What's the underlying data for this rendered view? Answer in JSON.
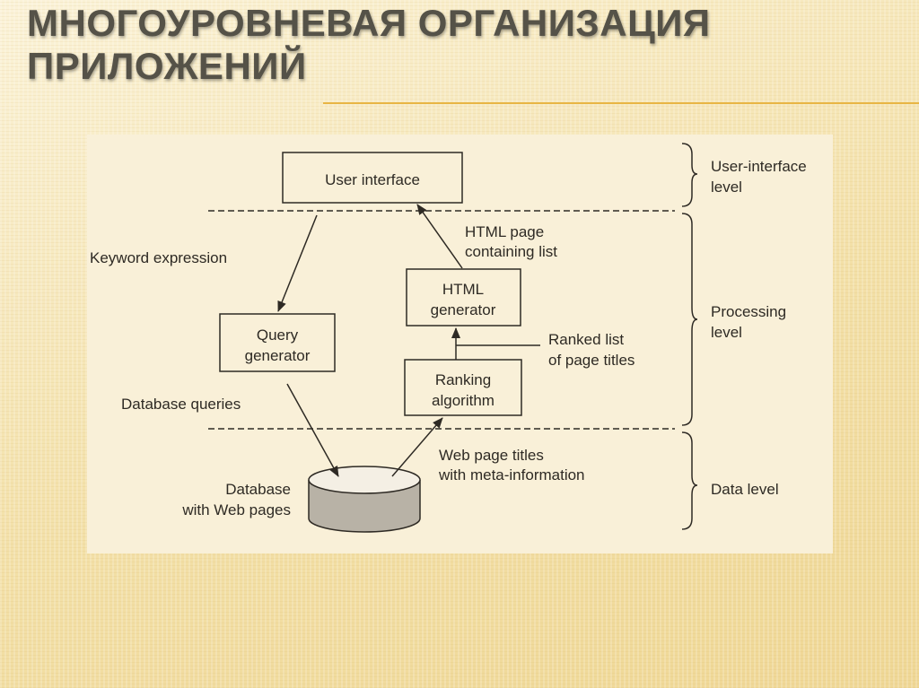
{
  "title": {
    "line1": "МНОГОУРОВНЕВАЯ ОРГАНИЗАЦИЯ",
    "line2": "ПРИЛОЖЕНИЙ"
  },
  "colors": {
    "title_text": "#555248",
    "accent_rule": "#e8b544",
    "panel_bg": "#f9f0d8",
    "line": "#2e2a24",
    "db_fill": "#b8b2a6"
  },
  "diagram": {
    "nodes": {
      "user_interface": "User interface",
      "query_generator": [
        "Query",
        "generator"
      ],
      "html_generator": [
        "HTML",
        "generator"
      ],
      "ranking_algorithm": [
        "Ranking",
        "algorithm"
      ],
      "database": [
        "Database",
        "with Web pages"
      ]
    },
    "edges": {
      "keyword_expression": "Keyword expression",
      "html_page_list": [
        "HTML page",
        "containing list"
      ],
      "database_queries": "Database queries",
      "ranked_list": [
        "Ranked list",
        "of page titles"
      ],
      "web_page_titles": [
        "Web page titles",
        "with meta-information"
      ]
    },
    "levels": {
      "user_interface_level": [
        "User-interface",
        "level"
      ],
      "processing_level": [
        "Processing",
        "level"
      ],
      "data_level": "Data level"
    }
  }
}
